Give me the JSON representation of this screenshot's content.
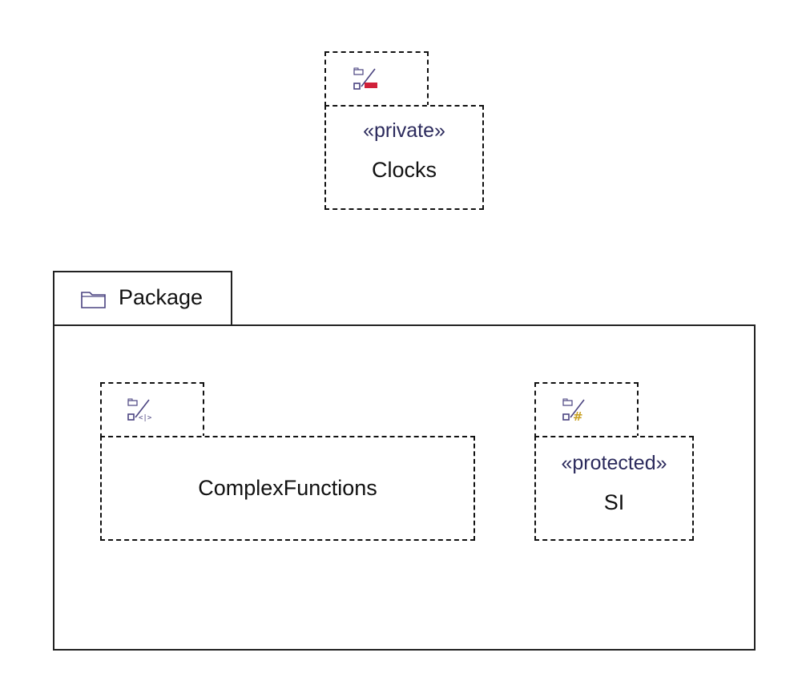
{
  "diagram": {
    "clocks": {
      "stereotype": "«private»",
      "name": "Clocks",
      "visibility_icon": "private-import-icon"
    },
    "package": {
      "name": "Package",
      "icon": "folder-icon"
    },
    "complex_functions": {
      "name": "ComplexFunctions",
      "visibility_icon": "package-import-icon"
    },
    "si": {
      "stereotype": "«protected»",
      "name": "SI",
      "visibility_icon": "protected-import-icon"
    }
  },
  "colors": {
    "icon_stroke": "#4a4380",
    "private_badge": "#d0213a",
    "protected_badge": "#c9a227",
    "stereotype_text": "#2b2a5c"
  }
}
